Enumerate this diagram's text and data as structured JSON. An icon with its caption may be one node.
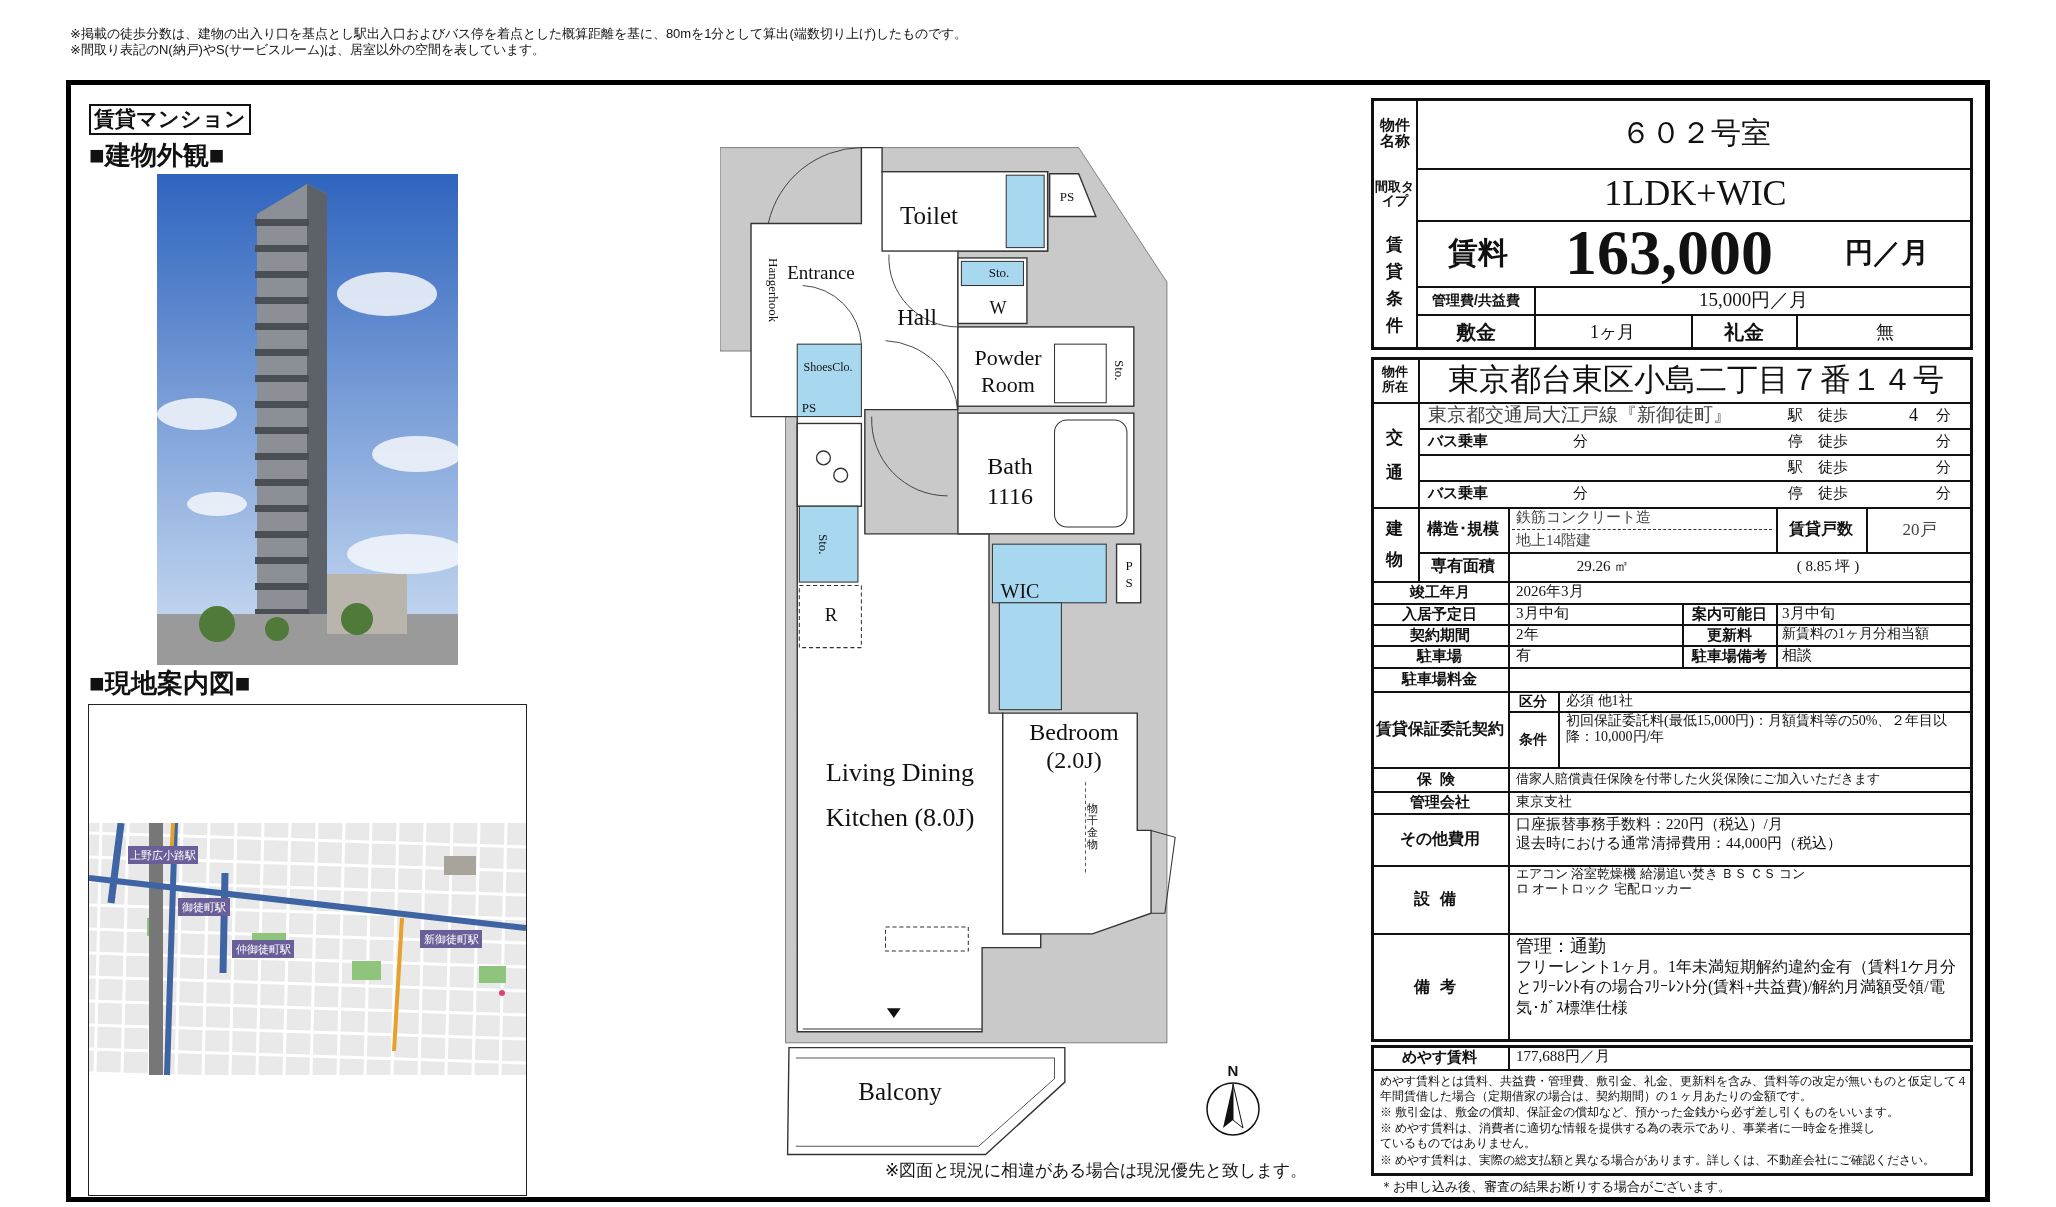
{
  "diagram": {
    "nodes": [
      {
        "text": [
          "賃貸マンション"
        ]
      },
      {
        "text": [
          "Toilet"
        ]
      },
      {
        "text": [
          "Entrance"
        ]
      },
      {
        "text": [
          "Hall"
        ]
      },
      {
        "text": [
          "Powder Room"
        ]
      },
      {
        "text": [
          "Bath 1116"
        ]
      },
      {
        "text": [
          "WIC"
        ]
      },
      {
        "text": [
          "Living Dining Kitchen (8.0J)"
        ]
      },
      {
        "text": [
          "Bedroom (2.0J)"
        ]
      },
      {
        "text": [
          "Balcony"
        ]
      }
    ],
    "labels": [
      "※掲載の徒歩分数は、建物の出入り口を基点とし駅出入口およびバス停を着点とした概算距離を基に、80mを1分として算出(端数切り上げ)したものです。",
      "※間取り表記のN(納戸)やS(サービスルーム)は、居室以外の空間を表しています。",
      "■建物外観■",
      "■現地案内図■",
      "上野広小路駅",
      "御徒町駅",
      "仲御徒町駅",
      "新御徒町駅",
      "PS",
      "Hangerhook",
      "Sto.",
      "W",
      "Sto.",
      "ShoesClo.",
      "PS",
      "Sto.",
      "R",
      "PS",
      "物干金物",
      "N",
      "※図面と現況に相違がある場合は現況優先と致します。",
      "物件名称",
      "６０２号室",
      "間取タイプ",
      "1LDK+WIC",
      "賃貸条件",
      "賃料",
      "163,000",
      "円／月",
      "管理費/共益費",
      "15,000円／月",
      "敷金",
      "1ヶ月",
      "礼金",
      "無",
      "物件所在",
      "東京都台東区小島二丁目７番１４号",
      "交通",
      "東京都交通局大江戸線『新御徒町』",
      "駅",
      "徒歩",
      "4",
      "分",
      "バス乗車",
      "分",
      "停",
      "徒歩",
      "分",
      "駅",
      "徒歩",
      "分",
      "バス乗車",
      "分",
      "停",
      "徒歩",
      "分",
      "建物",
      "構造･規模",
      "鉄筋コンクリート造",
      "地上14階建",
      "賃貸戸数",
      "20戸",
      "専有面積",
      "29.26 ㎡",
      "( 8.85 坪 )",
      "竣工年月",
      "2026年3月",
      "入居予定日",
      "3月中旬",
      "案内可能日",
      "3月中旬",
      "契約期間",
      "2年",
      "更新料",
      "新賃料の1ヶ月分相当額",
      "駐車場",
      "有",
      "駐車場備考",
      "相談",
      "駐車場料金",
      "賃貸保証委託契約",
      "区分",
      "必須 他1社",
      "条件",
      "初回保証委託料(最低15,000円)：月額賃料等の50%、２年目以降：10,000円/年",
      "保険",
      "借家人賠償責任保険を付帯した火災保険にご加入いただきます",
      "管理会社",
      "東京支社",
      "その他費用",
      "口座振替事務手数料：220円（税込）/月",
      "退去時における通常清掃費用：44,000円（税込）",
      "設備",
      "エアコン 浴室乾燥機 給湯追い焚き ＢＳ ＣＳ コンロ オートロック 宅配ロッカー",
      "備考",
      "管理：通勤",
      "フリーレント1ヶ月。1年未満短期解約違約金有（賃料1ケ月分とﾌﾘｰﾚﾝﾄ有の場合ﾌﾘｰﾚﾝﾄ分(賃料+共益費)/解約月満額受領/電気･ｶﾞｽ標準仕様",
      "めやす賃料",
      "177,688円／月",
      "めやす賃料とは賃料、共益費・管理費、敷引金、礼金、更新料を含み、賃料等の改定が無いものと仮定して４年間賃借した場合（定期借家の場合は、契約期間）の１ヶ月あたりの金額です。",
      "※ 敷引金は、敷金の償却、保証金の償却など、預かった金銭から必ず差し引くものをいいます。",
      "※ めやす賃料は、消費者に適切な情報を提供する為の表示であり、事業者に一時金を推奨しているものではありません。",
      "※ めやす賃料は、実際の総支払額と異なる場合があります。詳しくは、不動産会社にご確認ください。",
      "＊お申し込み後、審査の結果お断りする場合がございます。"
    ]
  }
}
